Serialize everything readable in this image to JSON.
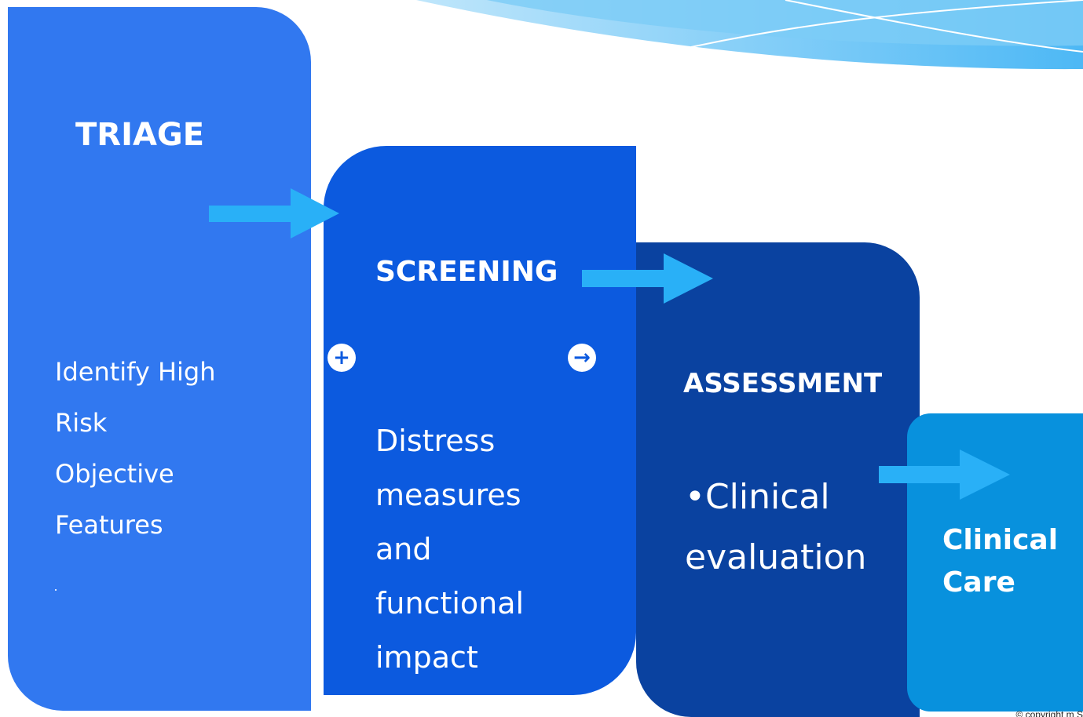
{
  "steps": {
    "triage": {
      "title": "TRIAGE",
      "lines": [
        "Identify High",
        "Risk",
        "Objective",
        "Features"
      ]
    },
    "screening": {
      "title": "SCREENING",
      "lines": [
        "Distress",
        "measures",
        "and",
        "functional",
        "impact"
      ]
    },
    "assessment": {
      "title": "ASSESSMENT",
      "lines": [
        "•Clinical",
        "evaluation"
      ]
    },
    "clinical_care": {
      "title_lines": [
        "Clinical",
        "Care"
      ]
    }
  },
  "controls": {
    "plus_glyph": "+",
    "arrow_glyph": "→"
  },
  "footer": {
    "copyright": "© copyright m S"
  },
  "colors": {
    "triage": "#3178f0",
    "screening": "#0c5adf",
    "assessment": "#0a42a0",
    "clinical_care": "#0891dd",
    "arrow": "#29b0f7"
  },
  "icons": [
    "plus-icon",
    "arrow-circle-icon"
  ]
}
